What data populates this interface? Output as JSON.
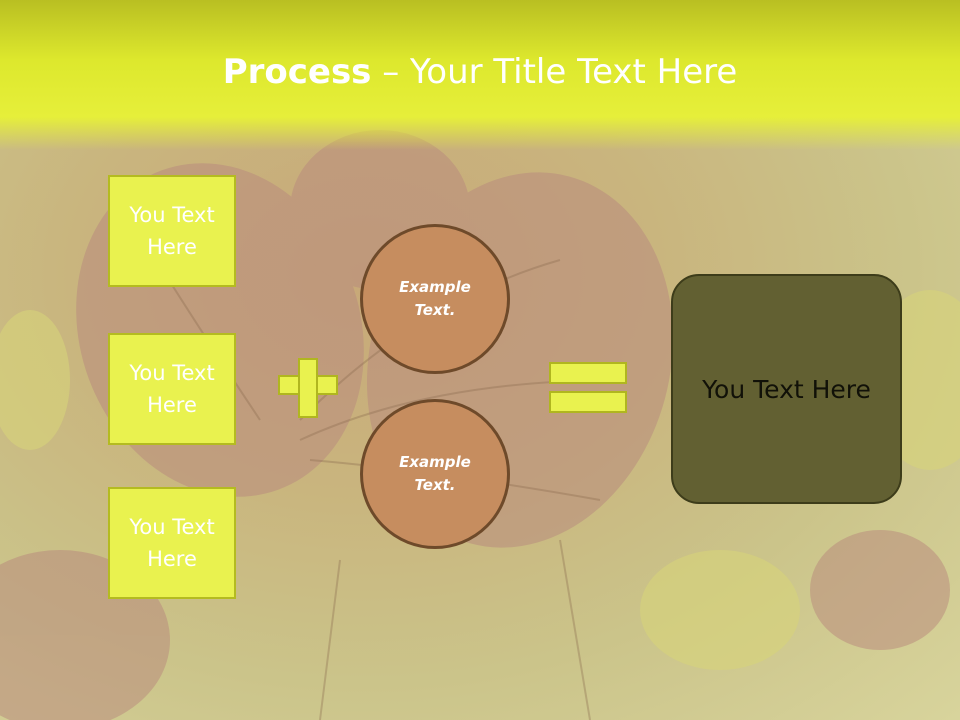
{
  "slide": {
    "title_bold": "Process",
    "title_rest": " – Your Title Text Here",
    "left_boxes": [
      {
        "text": "You Text Here"
      },
      {
        "text": "You Text Here"
      },
      {
        "text": "You Text Here"
      }
    ],
    "circles": [
      {
        "text": "Example Text."
      },
      {
        "text": "Example Text."
      }
    ],
    "result_text": "You Text Here"
  },
  "colors": {
    "header": "#e6ef3a",
    "box_fill": "#e9f24f",
    "circle_fill": "#c68d5f",
    "result_fill": "#626032"
  },
  "icons": {
    "operator_1": "plus-icon",
    "operator_2": "equals-icon"
  }
}
